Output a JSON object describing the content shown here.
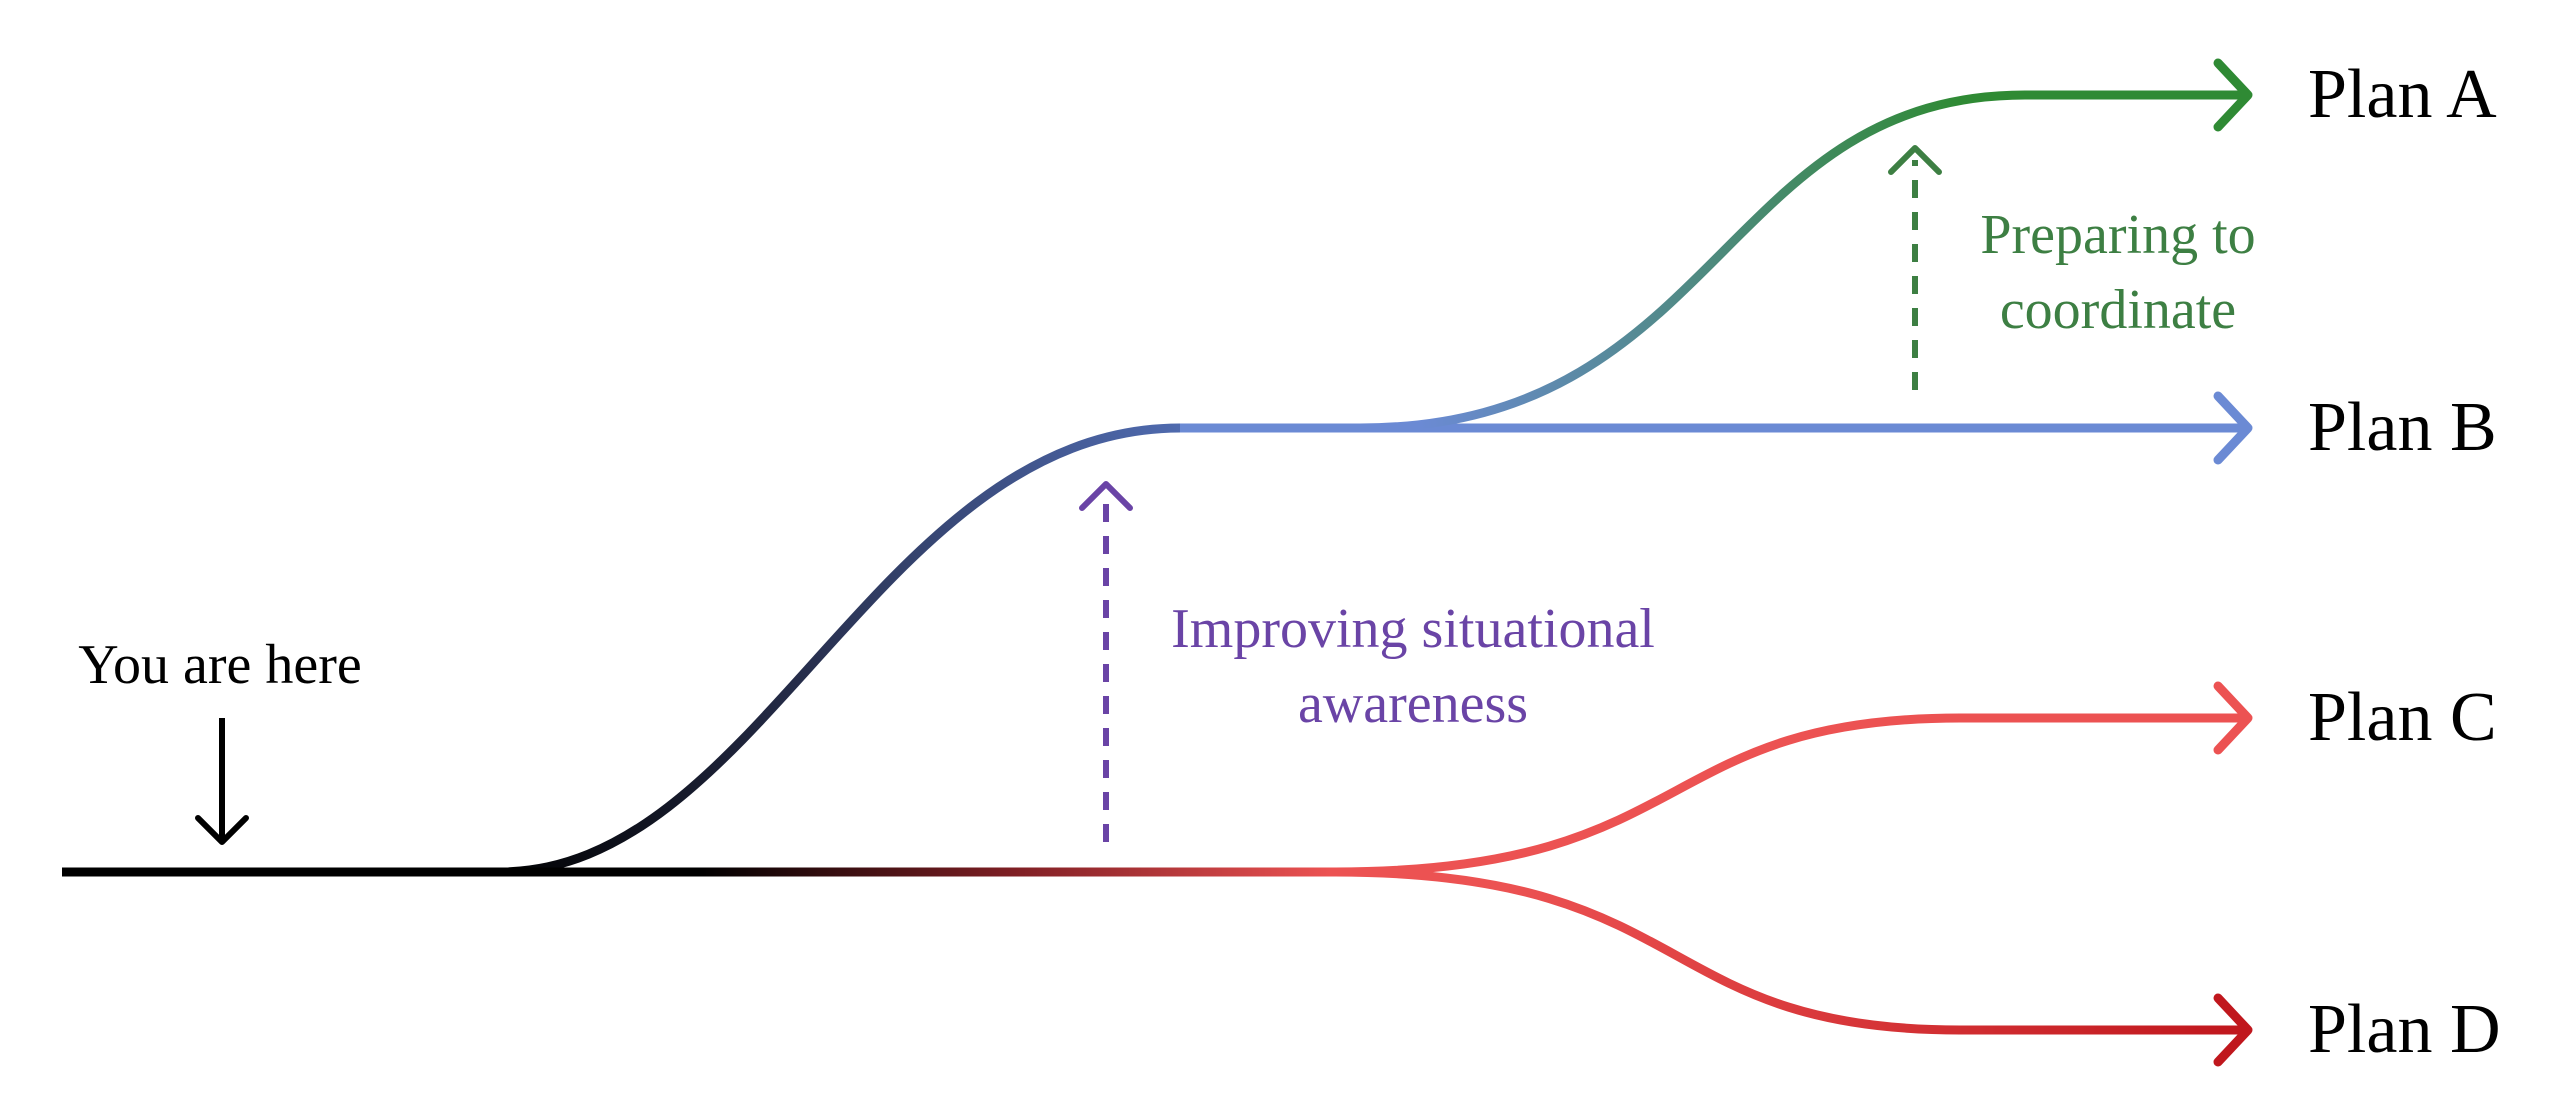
{
  "diagram": {
    "start_label": "You are here",
    "plans": [
      {
        "id": "a",
        "label": "Plan A",
        "color": "#2f8a34"
      },
      {
        "id": "b",
        "label": "Plan B",
        "color": "#6b8ad4"
      },
      {
        "id": "c",
        "label": "Plan C",
        "color": "#ec5252"
      },
      {
        "id": "d",
        "label": "Plan D",
        "color": "#c0171d"
      }
    ],
    "annotations": [
      {
        "id": "situational",
        "lines": [
          "Improving situational",
          "awareness"
        ],
        "color": "#6a44a6"
      },
      {
        "id": "coordinate",
        "lines": [
          "Preparing to",
          "coordinate"
        ],
        "color": "#3d7f43"
      }
    ],
    "colors": {
      "base": "#000000",
      "upper_transition": "#262d4a",
      "lower_transition": "#7f1f24"
    }
  }
}
